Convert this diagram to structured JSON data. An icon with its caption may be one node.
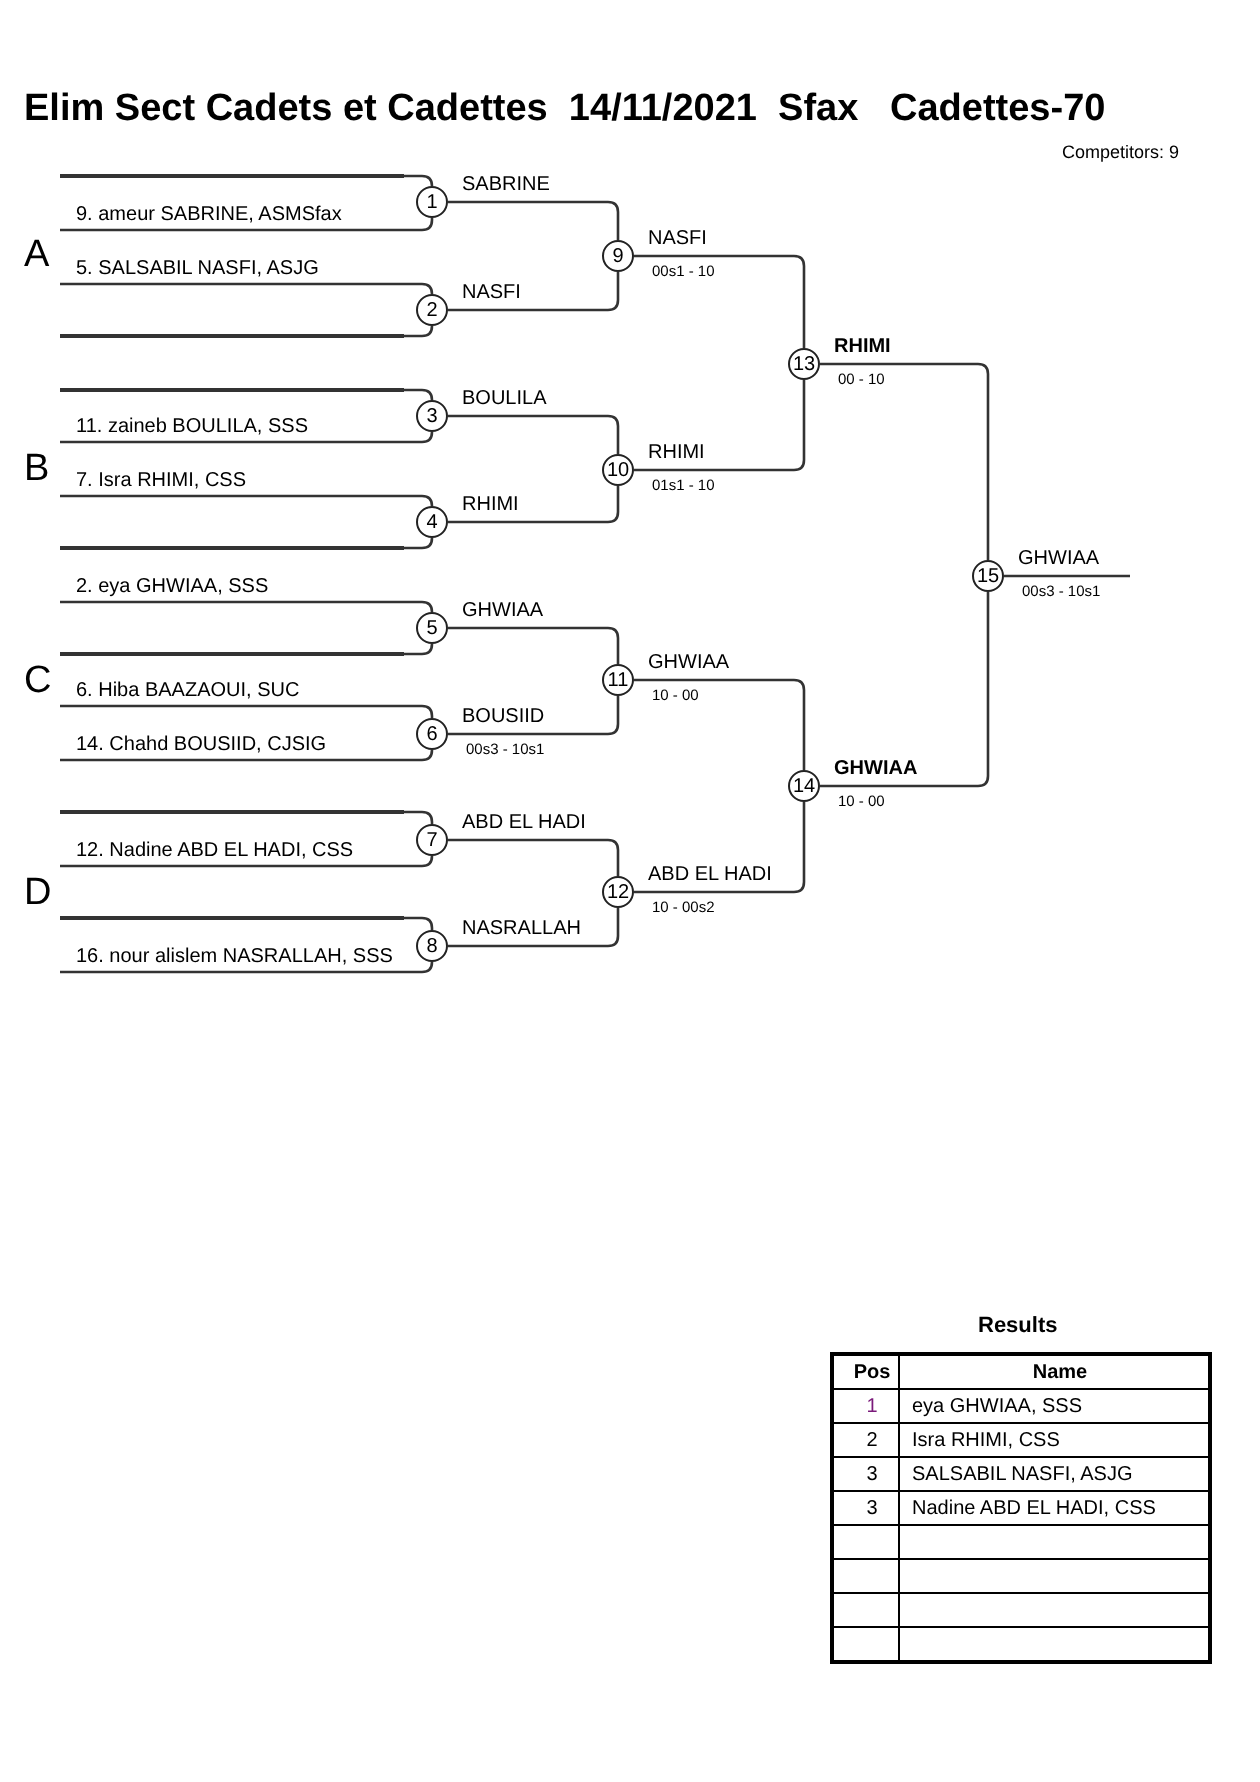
{
  "diagram": {
    "title": "Elim Sect Cadets et Cadettes  14/11/2021  Sfax   Cadettes-70",
    "nodes": [
      {
        "text": [
          "1"
        ],
        "beside": [
          "SABRINE"
        ]
      },
      {
        "text": [
          "2"
        ],
        "beside": [
          "NASFI"
        ]
      },
      {
        "text": [
          "3"
        ],
        "beside": [
          "BOULILA"
        ]
      },
      {
        "text": [
          "4"
        ],
        "beside": [
          "RHIMI"
        ]
      },
      {
        "text": [
          "5"
        ],
        "beside": [
          "GHWIAA"
        ]
      },
      {
        "text": [
          "6"
        ],
        "beside": [
          "BOUSIID",
          "00s3 - 10s1"
        ]
      },
      {
        "text": [
          "7"
        ],
        "beside": [
          "ABD EL HADI"
        ]
      },
      {
        "text": [
          "8"
        ],
        "beside": [
          "NASRALLAH"
        ]
      },
      {
        "text": [
          "9"
        ],
        "beside": [
          "NASFI",
          "00s1 - 10"
        ]
      },
      {
        "text": [
          "10"
        ],
        "beside": [
          "RHIMI",
          "01s1 - 10"
        ]
      },
      {
        "text": [
          "11"
        ],
        "beside": [
          "GHWIAA",
          "10 - 00"
        ]
      },
      {
        "text": [
          "12"
        ],
        "beside": [
          "ABD EL HADI",
          "10 - 00s2"
        ]
      },
      {
        "text": [
          "13"
        ],
        "beside": [
          "RHIMI",
          "00 - 10"
        ]
      },
      {
        "text": [
          "14"
        ],
        "beside": [
          "GHWIAA",
          "10 - 00"
        ]
      },
      {
        "text": [
          "15"
        ],
        "beside": [
          "GHWIAA",
          "00s3 - 10s1"
        ]
      },
      {
        "text": [
          "9. ameur SABRINE, ASMSfax"
        ]
      },
      {
        "text": [
          "5. SALSABIL NASFI, ASJG"
        ]
      },
      {
        "text": [
          "11. zaineb BOULILA, SSS"
        ]
      },
      {
        "text": [
          "7. Isra RHIMI, CSS"
        ]
      },
      {
        "text": [
          "2. eya GHWIAA, SSS"
        ]
      },
      {
        "text": [
          "6. Hiba BAAZAOUI, SUC"
        ]
      },
      {
        "text": [
          "14. Chahd BOUSIID, CJSIG"
        ]
      },
      {
        "text": [
          "12. Nadine ABD EL HADI, CSS"
        ]
      },
      {
        "text": [
          "16. nour alislem NASRALLAH, SSS"
        ]
      },
      {
        "text": [],
        "shape": "bar"
      },
      {
        "text": [],
        "shape": "bar"
      },
      {
        "text": [],
        "shape": "bar"
      },
      {
        "text": [],
        "shape": "bar"
      },
      {
        "text": [],
        "shape": "bar"
      },
      {
        "text": [],
        "shape": "bar"
      },
      {
        "text": [],
        "shape": "bar"
      }
    ],
    "edges": [
      {
        "from": 24,
        "to": 0,
        "arrow": "none"
      },
      {
        "from": 15,
        "to": 0,
        "arrow": "none"
      },
      {
        "from": 16,
        "to": 1,
        "arrow": "none"
      },
      {
        "from": 25,
        "to": 1,
        "arrow": "none"
      },
      {
        "from": 26,
        "to": 2,
        "arrow": "none"
      },
      {
        "from": 17,
        "to": 2,
        "arrow": "none"
      },
      {
        "from": 18,
        "to": 3,
        "arrow": "none"
      },
      {
        "from": 27,
        "to": 3,
        "arrow": "none"
      },
      {
        "from": 19,
        "to": 4,
        "arrow": "none"
      },
      {
        "from": 28,
        "to": 4,
        "arrow": "none"
      },
      {
        "from": 20,
        "to": 5,
        "arrow": "none"
      },
      {
        "from": 21,
        "to": 5,
        "arrow": "none"
      },
      {
        "from": 29,
        "to": 6,
        "arrow": "none"
      },
      {
        "from": 22,
        "to": 6,
        "arrow": "none"
      },
      {
        "from": 30,
        "to": 7,
        "arrow": "none"
      },
      {
        "from": 23,
        "to": 7,
        "arrow": "none"
      },
      {
        "from": 0,
        "to": 8,
        "arrow": "none"
      },
      {
        "from": 1,
        "to": 8,
        "arrow": "none"
      },
      {
        "from": 2,
        "to": 9,
        "arrow": "none"
      },
      {
        "from": 3,
        "to": 9,
        "arrow": "none"
      },
      {
        "from": 4,
        "to": 10,
        "arrow": "none"
      },
      {
        "from": 5,
        "to": 10,
        "arrow": "none"
      },
      {
        "from": 6,
        "to": 11,
        "arrow": "none"
      },
      {
        "from": 7,
        "to": 11,
        "arrow": "none"
      },
      {
        "from": 8,
        "to": 12,
        "arrow": "none"
      },
      {
        "from": 9,
        "to": 12,
        "arrow": "none"
      },
      {
        "from": 10,
        "to": 13,
        "arrow": "none"
      },
      {
        "from": 11,
        "to": 13,
        "arrow": "none"
      },
      {
        "from": 12,
        "to": 14,
        "arrow": "none"
      },
      {
        "from": 13,
        "to": 14,
        "arrow": "none"
      },
      {
        "from": 14,
        "to": null,
        "arrow": "none"
      }
    ],
    "labels": [
      "Competitors: 9",
      "A",
      "B",
      "C",
      "D",
      "Results",
      "Pos",
      "Name",
      "1",
      "eya GHWIAA, SSS",
      "2",
      "Isra RHIMI, CSS",
      "3",
      "SALSABIL NASFI, ASJG",
      "3",
      "Nadine ABD EL HADI, CSS"
    ]
  }
}
